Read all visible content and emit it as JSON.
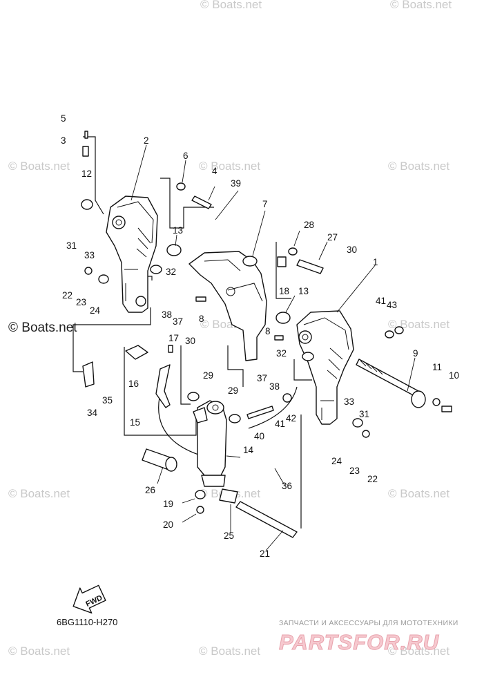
{
  "diagram": {
    "code": "6BG1110-H270",
    "fwd_label": "FWD",
    "watermark": "© Boats.net",
    "watermark_large": "© Boats.net",
    "ad_tagline": "ЗАПЧАСТИ И АКСЕССУАРЫ ДЛЯ МОТОТЕХНИКИ",
    "ad_brand": "PARTSFOR.RU"
  },
  "callouts": [
    {
      "id": "1",
      "label": "1"
    },
    {
      "id": "2",
      "label": "2"
    },
    {
      "id": "3",
      "label": "3"
    },
    {
      "id": "4",
      "label": "4"
    },
    {
      "id": "5",
      "label": "5"
    },
    {
      "id": "6",
      "label": "6"
    },
    {
      "id": "7",
      "label": "7"
    },
    {
      "id": "8a",
      "label": "8"
    },
    {
      "id": "8b",
      "label": "8"
    },
    {
      "id": "9",
      "label": "9"
    },
    {
      "id": "10",
      "label": "10"
    },
    {
      "id": "11",
      "label": "11"
    },
    {
      "id": "12",
      "label": "12"
    },
    {
      "id": "13a",
      "label": "13"
    },
    {
      "id": "13b",
      "label": "13"
    },
    {
      "id": "14",
      "label": "14"
    },
    {
      "id": "15",
      "label": "15"
    },
    {
      "id": "16",
      "label": "16"
    },
    {
      "id": "17",
      "label": "17"
    },
    {
      "id": "18",
      "label": "18"
    },
    {
      "id": "19",
      "label": "19"
    },
    {
      "id": "20",
      "label": "20"
    },
    {
      "id": "21",
      "label": "21"
    },
    {
      "id": "22a",
      "label": "22"
    },
    {
      "id": "22b",
      "label": "22"
    },
    {
      "id": "23a",
      "label": "23"
    },
    {
      "id": "23b",
      "label": "23"
    },
    {
      "id": "24a",
      "label": "24"
    },
    {
      "id": "24b",
      "label": "24"
    },
    {
      "id": "25",
      "label": "25"
    },
    {
      "id": "26",
      "label": "26"
    },
    {
      "id": "27",
      "label": "27"
    },
    {
      "id": "28",
      "label": "28"
    },
    {
      "id": "29a",
      "label": "29"
    },
    {
      "id": "29b",
      "label": "29"
    },
    {
      "id": "30a",
      "label": "30"
    },
    {
      "id": "30b",
      "label": "30"
    },
    {
      "id": "31a",
      "label": "31"
    },
    {
      "id": "31b",
      "label": "31"
    },
    {
      "id": "32a",
      "label": "32"
    },
    {
      "id": "32b",
      "label": "32"
    },
    {
      "id": "33a",
      "label": "33"
    },
    {
      "id": "33b",
      "label": "33"
    },
    {
      "id": "34",
      "label": "34"
    },
    {
      "id": "35",
      "label": "35"
    },
    {
      "id": "36",
      "label": "36"
    },
    {
      "id": "37a",
      "label": "37"
    },
    {
      "id": "37b",
      "label": "37"
    },
    {
      "id": "38a",
      "label": "38"
    },
    {
      "id": "38b",
      "label": "38"
    },
    {
      "id": "39",
      "label": "39"
    },
    {
      "id": "40",
      "label": "40"
    },
    {
      "id": "41a",
      "label": "41"
    },
    {
      "id": "41b",
      "label": "41"
    },
    {
      "id": "42",
      "label": "42"
    },
    {
      "id": "43",
      "label": "43"
    }
  ]
}
